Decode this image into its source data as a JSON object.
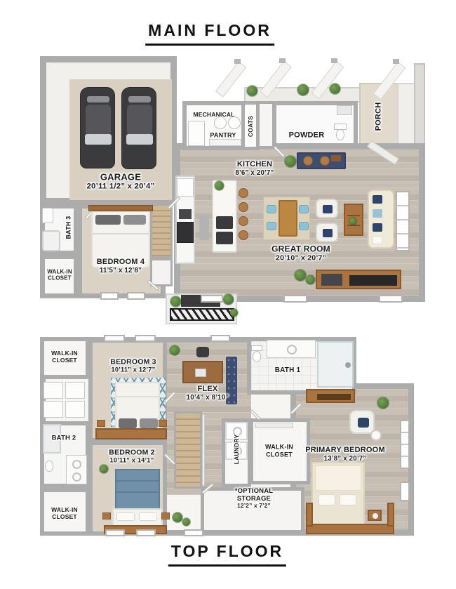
{
  "main_floor": {
    "title": "MAIN FLOOR",
    "rooms": {
      "garage": {
        "name": "GARAGE",
        "dims": "20’11 1/2” x 20’4”"
      },
      "mechanical": {
        "name": "MECHANICAL"
      },
      "pantry": {
        "name": "PANTRY"
      },
      "coats": {
        "name": "COATS"
      },
      "powder": {
        "name": "POWDER"
      },
      "porch": {
        "name": "PORCH"
      },
      "kitchen": {
        "name": "KITCHEN",
        "dims": "8’6” x 20’7”"
      },
      "great_room": {
        "name": "GREAT ROOM",
        "dims": "20’10” x 20’7”"
      },
      "bedroom4": {
        "name": "BEDROOM 4",
        "dims": "11’5” x 12’8”"
      },
      "bath3": {
        "name": "BATH 3"
      },
      "walk_in_closet": {
        "name": "WALK-IN CLOSET"
      }
    }
  },
  "top_floor": {
    "title": "TOP FLOOR",
    "rooms": {
      "walk_in_closet_a": {
        "name": "WALK-IN CLOSET"
      },
      "bedroom3": {
        "name": "BEDROOM 3",
        "dims": "10’11” x 12’7”"
      },
      "flex": {
        "name": "FLEX",
        "dims": "10’4” x 8’10”"
      },
      "bath1": {
        "name": "BATH 1"
      },
      "bath2": {
        "name": "BATH 2"
      },
      "bedroom2": {
        "name": "BEDROOM 2",
        "dims": "10’11” x 14’1”"
      },
      "walk_in_closet_b": {
        "name": "WALK-IN CLOSET"
      },
      "laundry": {
        "name": "LAUNDRY"
      },
      "walk_in_closet_c": {
        "name": "WALK-IN CLOSET"
      },
      "optional_storage": {
        "name": "*OPTIONAL STORAGE",
        "dims": "12’2” x 7’2”"
      },
      "primary_bedroom": {
        "name": "PRIMARY BEDROOM",
        "dims": "13’8” x 20’7”"
      }
    }
  },
  "palette": {
    "wall_gray": "#acacac",
    "wood_floor": "#c3bbb0",
    "garage_floor": "#d9d0c2",
    "porch_floor": "#e2dbcd",
    "carpet": "#d9d2c5",
    "accent_navy": "#3e4e72",
    "accent_teal": "#5e8fa3",
    "furniture_wood": "#a9743f",
    "chair_blue": "#8fc2d6"
  }
}
